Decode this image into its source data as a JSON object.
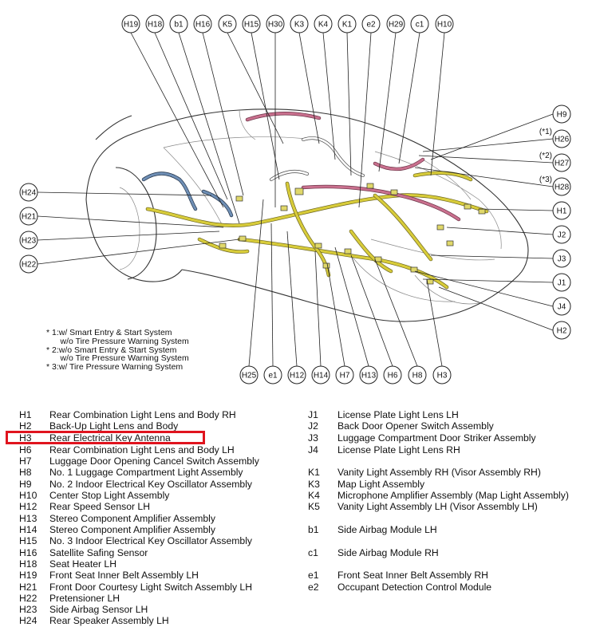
{
  "diagram": {
    "top_labels": [
      "H19",
      "H18",
      "b1",
      "H16",
      "K5",
      "H15",
      "H30",
      "K3",
      "K4",
      "K1",
      "e2",
      "H29",
      "c1",
      "H10"
    ],
    "right_labels": [
      "H9",
      "H26",
      "H27",
      "H28",
      "H1",
      "J2",
      "J3",
      "J1",
      "J4",
      "H2"
    ],
    "right_label_notes": {
      "H26": "(*1)",
      "H27": "(*2)",
      "H28": "(*3)"
    },
    "left_labels": [
      "H24",
      "H21",
      "H23",
      "H22"
    ],
    "bottom_labels": [
      "H25",
      "e1",
      "H12",
      "H14",
      "H7",
      "H13",
      "H6",
      "H8",
      "H3"
    ],
    "harness_colors": {
      "yellow": "#d8cc3a",
      "pink": "#c9708e",
      "blue": "#6f8fb5",
      "white": "#ffffff"
    }
  },
  "notes": [
    "* 1:w/ Smart Entry & Start System",
    "      w/o Tire Pressure Warning System",
    "* 2:w/o Smart Entry & Start System",
    "      w/o Tire Pressure Warning System",
    "* 3:w/ Tire Pressure Warning System"
  ],
  "legend_left": [
    {
      "code": "H1",
      "desc": "Rear Combination Light Lens and Body RH"
    },
    {
      "code": "H2",
      "desc": "Back-Up Light Lens and Body"
    },
    {
      "code": "H3",
      "desc": "Rear Electrical Key Antenna"
    },
    {
      "code": "H6",
      "desc": "Rear Combination Light Lens and Body LH"
    },
    {
      "code": "H7",
      "desc": "Luggage Door Opening Cancel Switch Assembly"
    },
    {
      "code": "H8",
      "desc": "No. 1 Luggage Compartment Light Assembly"
    },
    {
      "code": "H9",
      "desc": "No. 2 Indoor Electrical Key Oscillator Assembly"
    },
    {
      "code": "H10",
      "desc": "Center Stop Light Assembly"
    },
    {
      "code": "H12",
      "desc": "Rear Speed Sensor LH"
    },
    {
      "code": "H13",
      "desc": "Stereo Component Amplifier Assembly"
    },
    {
      "code": "H14",
      "desc": "Stereo Component Amplifier Assembly"
    },
    {
      "code": "H15",
      "desc": "No. 3 Indoor Electrical Key Oscillator Assembly"
    },
    {
      "code": "H16",
      "desc": "Satellite Safing Sensor"
    },
    {
      "code": "H18",
      "desc": "Seat Heater LH"
    },
    {
      "code": "H19",
      "desc": "Front Seat Inner Belt Assembly LH"
    },
    {
      "code": "H21",
      "desc": "Front Door Courtesy Light Switch Assembly LH"
    },
    {
      "code": "H22",
      "desc": "Pretensioner LH"
    },
    {
      "code": "H23",
      "desc": "Side Airbag Sensor LH"
    },
    {
      "code": "H24",
      "desc": "Rear Speaker Assembly LH"
    }
  ],
  "legend_right": [
    {
      "code": "J1",
      "desc": "License Plate Light Lens LH"
    },
    {
      "code": "J2",
      "desc": "Back Door Opener Switch Assembly"
    },
    {
      "code": "J3",
      "desc": "Luggage Compartment Door Striker Assembly"
    },
    {
      "code": "J4",
      "desc": "License Plate Light Lens RH"
    },
    {
      "code": "K1",
      "desc": "Vanity Light Assembly RH (Visor Assembly RH)"
    },
    {
      "code": "K3",
      "desc": "Map Light Assembly"
    },
    {
      "code": "K4",
      "desc": "Microphone Amplifier Assembly (Map Light Assembly)"
    },
    {
      "code": "K5",
      "desc": "Vanity Light Assembly LH (Visor Assembly LH)"
    },
    {
      "code": "b1",
      "desc": "Side Airbag Module LH"
    },
    {
      "code": "c1",
      "desc": "Side Airbag Module RH"
    },
    {
      "code": "e1",
      "desc": "Front Seat Inner Belt Assembly RH"
    },
    {
      "code": "e2",
      "desc": "Occupant Detection Control Module"
    }
  ],
  "highlight": {
    "code": "H3",
    "color": "#e0141e"
  }
}
